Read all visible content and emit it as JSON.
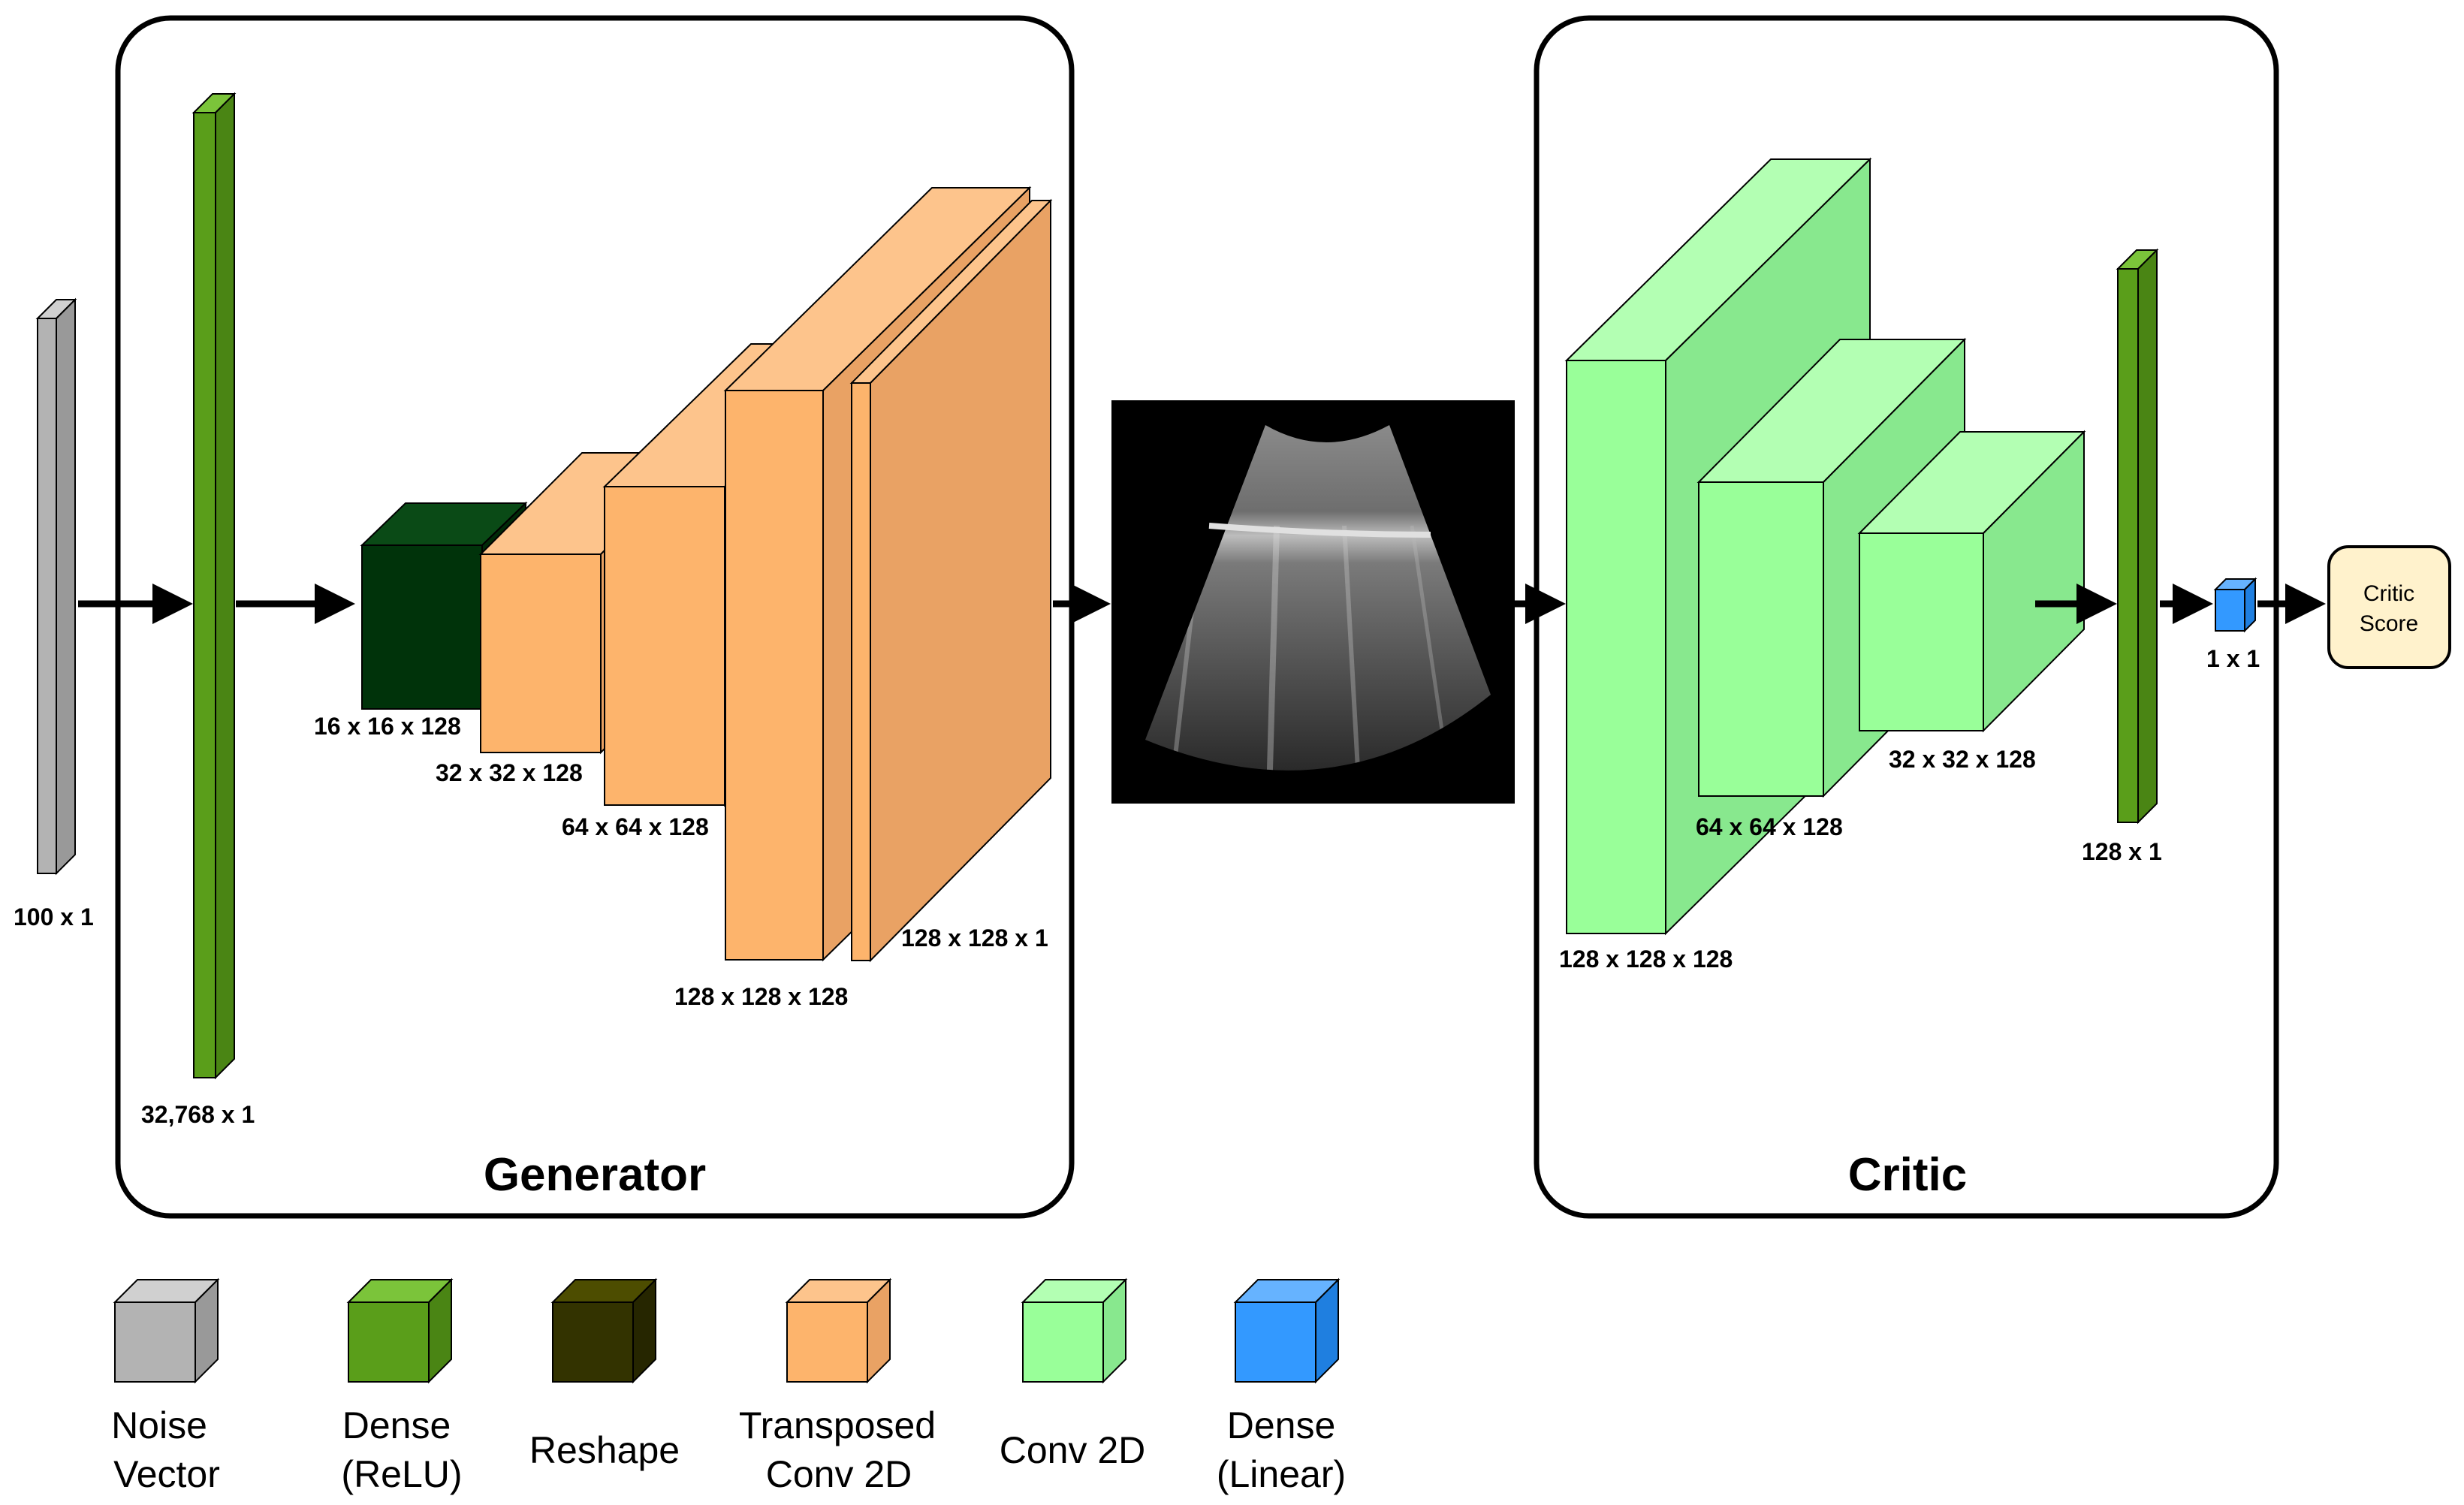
{
  "sections": {
    "generator": "Generator",
    "critic": "Critic"
  },
  "generator": {
    "noise_dim": "100 x 1",
    "dense_dim": "32,768 x 1",
    "reshape_dim": "16 x 16 x 128",
    "tconv1_dim": "32 x 32 x 128",
    "tconv2_dim": "64 x 64 x 128",
    "tconv3_dim": "128 x 128 x 128",
    "output_dim": "128 x 128 x 1"
  },
  "critic": {
    "conv1_dim": "128 x 128 x 128",
    "conv2_dim": "64 x 64 x 128",
    "conv3_dim": "32 x 32 x 128",
    "dense_dim": "128 x 1",
    "linear_dim": "1 x 1",
    "score_line1": "Critic",
    "score_line2": "Score"
  },
  "legend": {
    "noise": {
      "line1": "Noise",
      "line2": "Vector"
    },
    "dense_relu": {
      "line1": "Dense",
      "line2": "(ReLU)"
    },
    "reshape": {
      "line1": "Reshape"
    },
    "transposed": {
      "line1": "Transposed",
      "line2": "Conv 2D"
    },
    "conv": {
      "line1": "Conv 2D"
    },
    "dense_linear": {
      "line1": "Dense",
      "line2": "(Linear)"
    }
  },
  "colors": {
    "noise": "#b3b3b3",
    "dense_relu": "#5a9e1a",
    "reshape": "#00330a",
    "reshape_legend": "#333300",
    "transposed": "#fdb46c",
    "conv": "#99ff99",
    "dense_linear": "#3399ff",
    "score_box": "#fff2cc"
  },
  "image": {
    "description_icon": "ultrasound-image"
  }
}
